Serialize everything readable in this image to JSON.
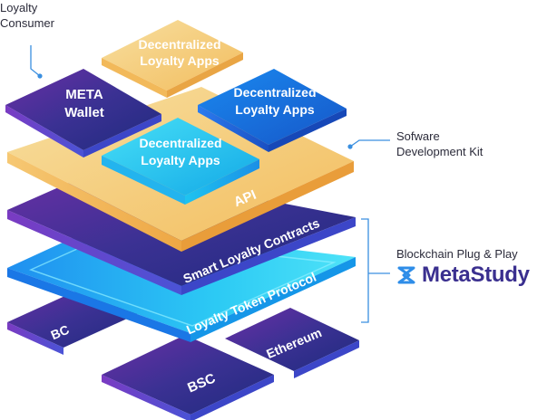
{
  "annotations": {
    "loyalty_consumer": [
      "Loyalty",
      "Consumer"
    ],
    "sdk": [
      "Sofware",
      "Development Kit"
    ],
    "plug_play": "Blockchain Plug & Play"
  },
  "brand": {
    "name": "MetaStudy",
    "icon": "metastudy-logo-icon",
    "color": "#3a2f8f"
  },
  "layers": {
    "app_top": [
      "Decentralized",
      "Loyalty Apps"
    ],
    "app_right": [
      "Decentralized",
      "Loyalty Apps"
    ],
    "app_center": [
      "Decentralized",
      "Loyalty Apps"
    ],
    "wallet": [
      "META",
      "Wallet"
    ],
    "api": "API",
    "contracts": "Smart Loyalty Contracts",
    "token": "Loyalty Token Protocol",
    "bc": "BC",
    "bsc": "BSC",
    "ethereum": "Ethereum"
  },
  "colors": {
    "purple_top": "#3b3193",
    "purple_side": "#5a47c9",
    "blue": "#1e6fe8",
    "cyan": "#26c6f2",
    "gold": "#f2c26a",
    "sand": "#f6dfa4",
    "connector": "#3a8fe0"
  }
}
